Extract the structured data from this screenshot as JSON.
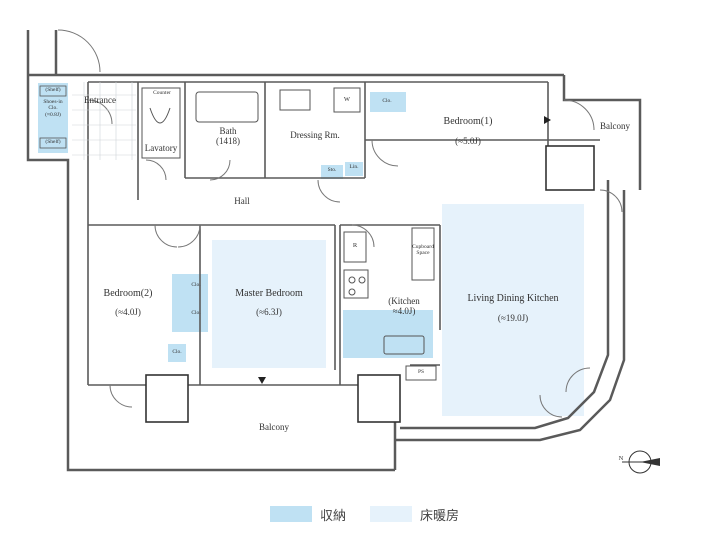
{
  "colors": {
    "storage": "#bfe1f3",
    "floor_heating": "#e6f2fb",
    "wall": "#5a5a5a"
  },
  "rooms": {
    "entrance": "Entrance",
    "shoes_in_closet": "Shoes-in\nClo.\n(≈0.8J)",
    "shelf_top": "(Shelf)",
    "shelf_bottom": "(Shelf)",
    "counter": "Counter",
    "lavatory": "Lavatory",
    "bath": "Bath\n(1418)",
    "dressing": "Dressing Rm.",
    "washer": "W",
    "linen": "Lin.",
    "storage": "Sto.",
    "clo_bedroom1": "Clo.",
    "bedroom1": "Bedroom(1)",
    "bedroom1_area": "(≈5.0J)",
    "balcony_right": "Balcony",
    "hall": "Hall",
    "bedroom2": "Bedroom(2)",
    "bedroom2_area": "(≈4.0J)",
    "clo_a": "Clo.",
    "clo_b": "Clo.",
    "clo_c": "Clo.",
    "master": "Master Bedroom",
    "master_area": "(≈6.3J)",
    "refrigerator": "R",
    "cupboard": "Cupboard\nSpace",
    "kitchen": "(Kitchen\n≈4.0J)",
    "ldk": "Living Dining Kitchen",
    "ldk_area": "(≈19.0J)",
    "ps": "PS",
    "balcony_bottom": "Balcony"
  },
  "compass": {
    "label": "N"
  },
  "legend": [
    {
      "color": "#bfe1f3",
      "label": "収納"
    },
    {
      "color": "#e6f2fb",
      "label": "床暖房"
    }
  ]
}
